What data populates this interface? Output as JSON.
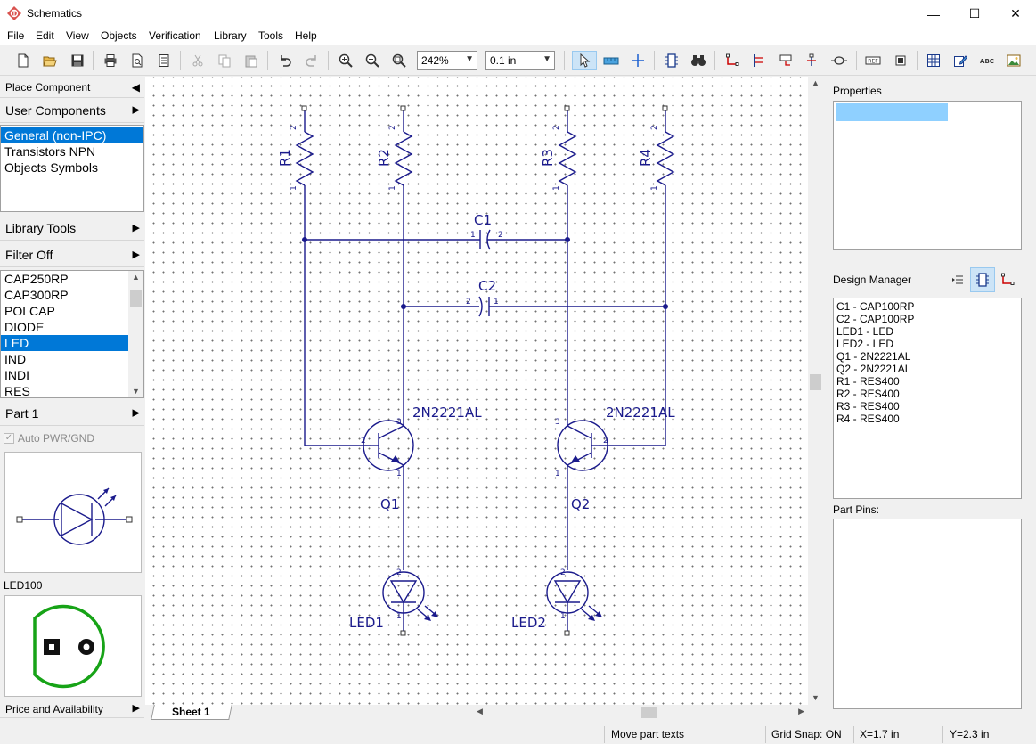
{
  "window": {
    "title": "Schematics",
    "minimize": "—",
    "maximize": "☐",
    "close": "✕"
  },
  "menu": [
    "File",
    "Edit",
    "View",
    "Objects",
    "Verification",
    "Library",
    "Tools",
    "Help"
  ],
  "toolbar": {
    "zoom_value": "242%",
    "grid_value": "0.1 in"
  },
  "left_panel": {
    "place_component": "Place Component",
    "user_components": "User Components",
    "categories": [
      "General (non-IPC)",
      "Transistors NPN",
      "Objects Symbols"
    ],
    "selected_category": "General (non-IPC)",
    "library_tools": "Library Tools",
    "filter": "Filter Off",
    "components": [
      "CAP250RP",
      "CAP300RP",
      "POLCAP",
      "DIODE",
      "LED",
      "IND",
      "INDI",
      "RES"
    ],
    "selected_component": "LED",
    "part": "Part 1",
    "auto_pwr_gnd": "Auto PWR/GND",
    "footprint_name": "LED100",
    "price_availability": "Price and Availability"
  },
  "canvas": {
    "sheet_tab": "Sheet 1",
    "components": {
      "R1": "R1",
      "R2": "R2",
      "R3": "R3",
      "R4": "R4",
      "C1": "C1",
      "C2": "C2",
      "Q1": "Q1",
      "Q2": "Q2",
      "Q1_value": "2N2221AL",
      "Q2_value": "2N2221AL",
      "LED1": "LED1",
      "LED2": "LED2",
      "pin1": "1",
      "pin2": "2",
      "pin3": "3"
    }
  },
  "right_panel": {
    "properties": "Properties",
    "design_manager": "Design Manager",
    "design_items": [
      "C1 - CAP100RP",
      "C2 - CAP100RP",
      "LED1 - LED",
      "LED2 - LED",
      "Q1 - 2N2221AL",
      "Q2 - 2N2221AL",
      "R1 - RES400",
      "R2 - RES400",
      "R3 - RES400",
      "R4 - RES400"
    ],
    "part_pins": "Part Pins:"
  },
  "status": {
    "message": "Move part texts",
    "grid_snap": "Grid Snap: ON",
    "x_coord": "X=1.7 in",
    "y_coord": "Y=2.3 in"
  },
  "colors": {
    "schematic": "#1a1a8c",
    "selection": "#0078d7",
    "footprint_ring": "#17a317"
  }
}
